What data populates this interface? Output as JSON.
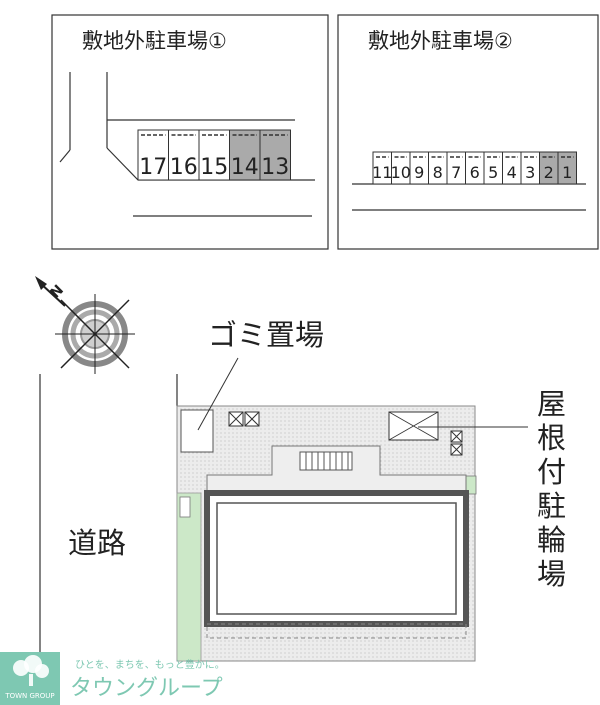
{
  "parking_off_site_1": {
    "title": "敷地外駐車場①",
    "spaces": [
      {
        "label": "17",
        "shaded": false
      },
      {
        "label": "16",
        "shaded": false
      },
      {
        "label": "15",
        "shaded": false
      },
      {
        "label": "14",
        "shaded": true
      },
      {
        "label": "13",
        "shaded": true
      }
    ]
  },
  "parking_off_site_2": {
    "title": "敷地外駐車場②",
    "spaces": [
      {
        "label": "11",
        "shaded": false
      },
      {
        "label": "10",
        "shaded": false
      },
      {
        "label": "9",
        "shaded": false
      },
      {
        "label": "8",
        "shaded": false
      },
      {
        "label": "7",
        "shaded": false
      },
      {
        "label": "6",
        "shaded": false
      },
      {
        "label": "5",
        "shaded": false
      },
      {
        "label": "4",
        "shaded": false
      },
      {
        "label": "3",
        "shaded": false
      },
      {
        "label": "2",
        "shaded": true
      },
      {
        "label": "1",
        "shaded": true
      }
    ]
  },
  "compass": {
    "north_label": "N"
  },
  "labels": {
    "garbage": "ゴミ置場",
    "bicycle_line1": "屋",
    "bicycle_line2": "根",
    "bicycle_line3": "付",
    "bicycle_line4": "駐",
    "bicycle_line5": "輪",
    "bicycle_line6": "場",
    "road": "道路"
  },
  "brand": {
    "tagline": "ひとを、まちを、もっと豊かに。",
    "name": "タウングループ",
    "logo_text": "TOWN GROUP",
    "color": "#7ec8b2"
  },
  "colors": {
    "shaded_space": "#aaaaaa",
    "ground": "#eeeeee",
    "green_strip": "#cce8c8",
    "building_frame": "#555555"
  }
}
